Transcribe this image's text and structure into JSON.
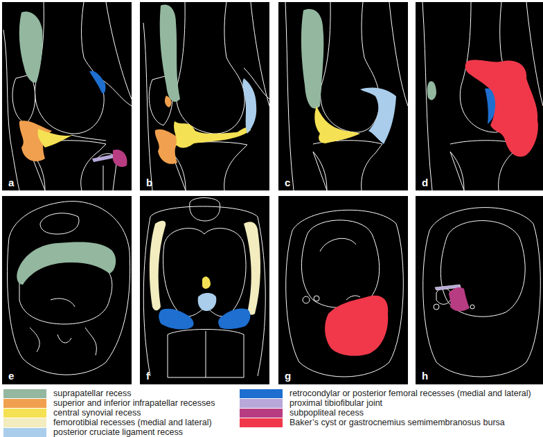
{
  "diagram": {
    "labels": [
      "a",
      "b",
      "c",
      "d",
      "e",
      "f",
      "g",
      "h"
    ],
    "legend": [
      {
        "text": "suprapatellar recess",
        "color": "#93b79f"
      },
      {
        "text": "superior and inferior infrapatellar recesses",
        "color": "#f0a04e"
      },
      {
        "text": "central synovial recess",
        "color": "#f5e154"
      },
      {
        "text": "femorotibial recesses (medial and lateral)",
        "color": "#f2ecbe"
      },
      {
        "text": "posterior cruciate ligament recess",
        "color": "#a9cdeb"
      },
      {
        "text": "retrocondylar or posterior femoral recesses (medial and lateral)",
        "color": "#1e6fd0"
      },
      {
        "text": "proximal tibiofibular joint",
        "color": "#b7a8d9"
      },
      {
        "text": "subpopliteal recess",
        "color": "#b83c82"
      },
      {
        "text": "Baker’s cyst or gastrocnemius semimembranosus bursa",
        "color": "#f0384a"
      }
    ]
  }
}
